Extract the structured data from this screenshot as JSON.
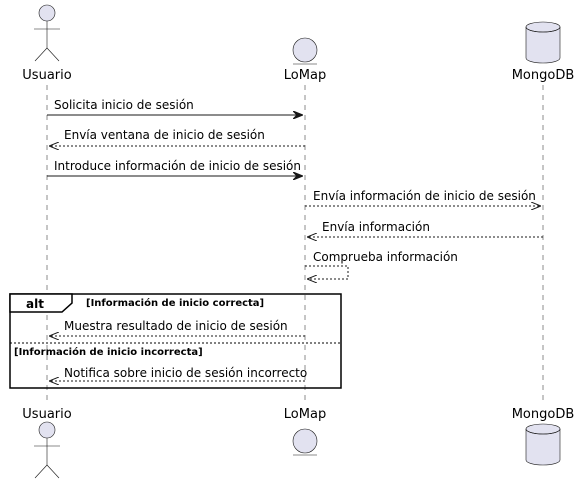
{
  "participants": {
    "usuario": {
      "name": "Usuario",
      "kind": "actor"
    },
    "lomap": {
      "name": "LoMap",
      "kind": "entity"
    },
    "mongodb": {
      "name": "MongoDB",
      "kind": "database"
    }
  },
  "messages": [
    {
      "from": "Usuario",
      "to": "LoMap",
      "text": "Solicita inicio de sesión",
      "style": "solid"
    },
    {
      "from": "LoMap",
      "to": "Usuario",
      "text": "Envía ventana de inicio de sesión",
      "style": "dashed"
    },
    {
      "from": "Usuario",
      "to": "LoMap",
      "text": "Introduce información de inicio de sesión",
      "style": "solid"
    },
    {
      "from": "LoMap",
      "to": "MongoDB",
      "text": "Envía información de inicio de sesión",
      "style": "dashed"
    },
    {
      "from": "MongoDB",
      "to": "LoMap",
      "text": "Envía información",
      "style": "dashed"
    },
    {
      "from": "LoMap",
      "to": "LoMap",
      "text": "Comprueba información",
      "style": "dashed"
    },
    {
      "from": "LoMap",
      "to": "Usuario",
      "text": "Muestra resultado de inicio de sesión",
      "style": "dashed"
    },
    {
      "from": "LoMap",
      "to": "Usuario",
      "text": "Notifica sobre inicio de sesión incorrecto",
      "style": "dashed"
    }
  ],
  "alt": {
    "keyword": "alt",
    "guard1": "[Información de inicio correcta]",
    "guard2": "[Información de inicio incorrecta]"
  },
  "colors": {
    "participant_fill": "#E2E2F0",
    "line": "#181818"
  }
}
